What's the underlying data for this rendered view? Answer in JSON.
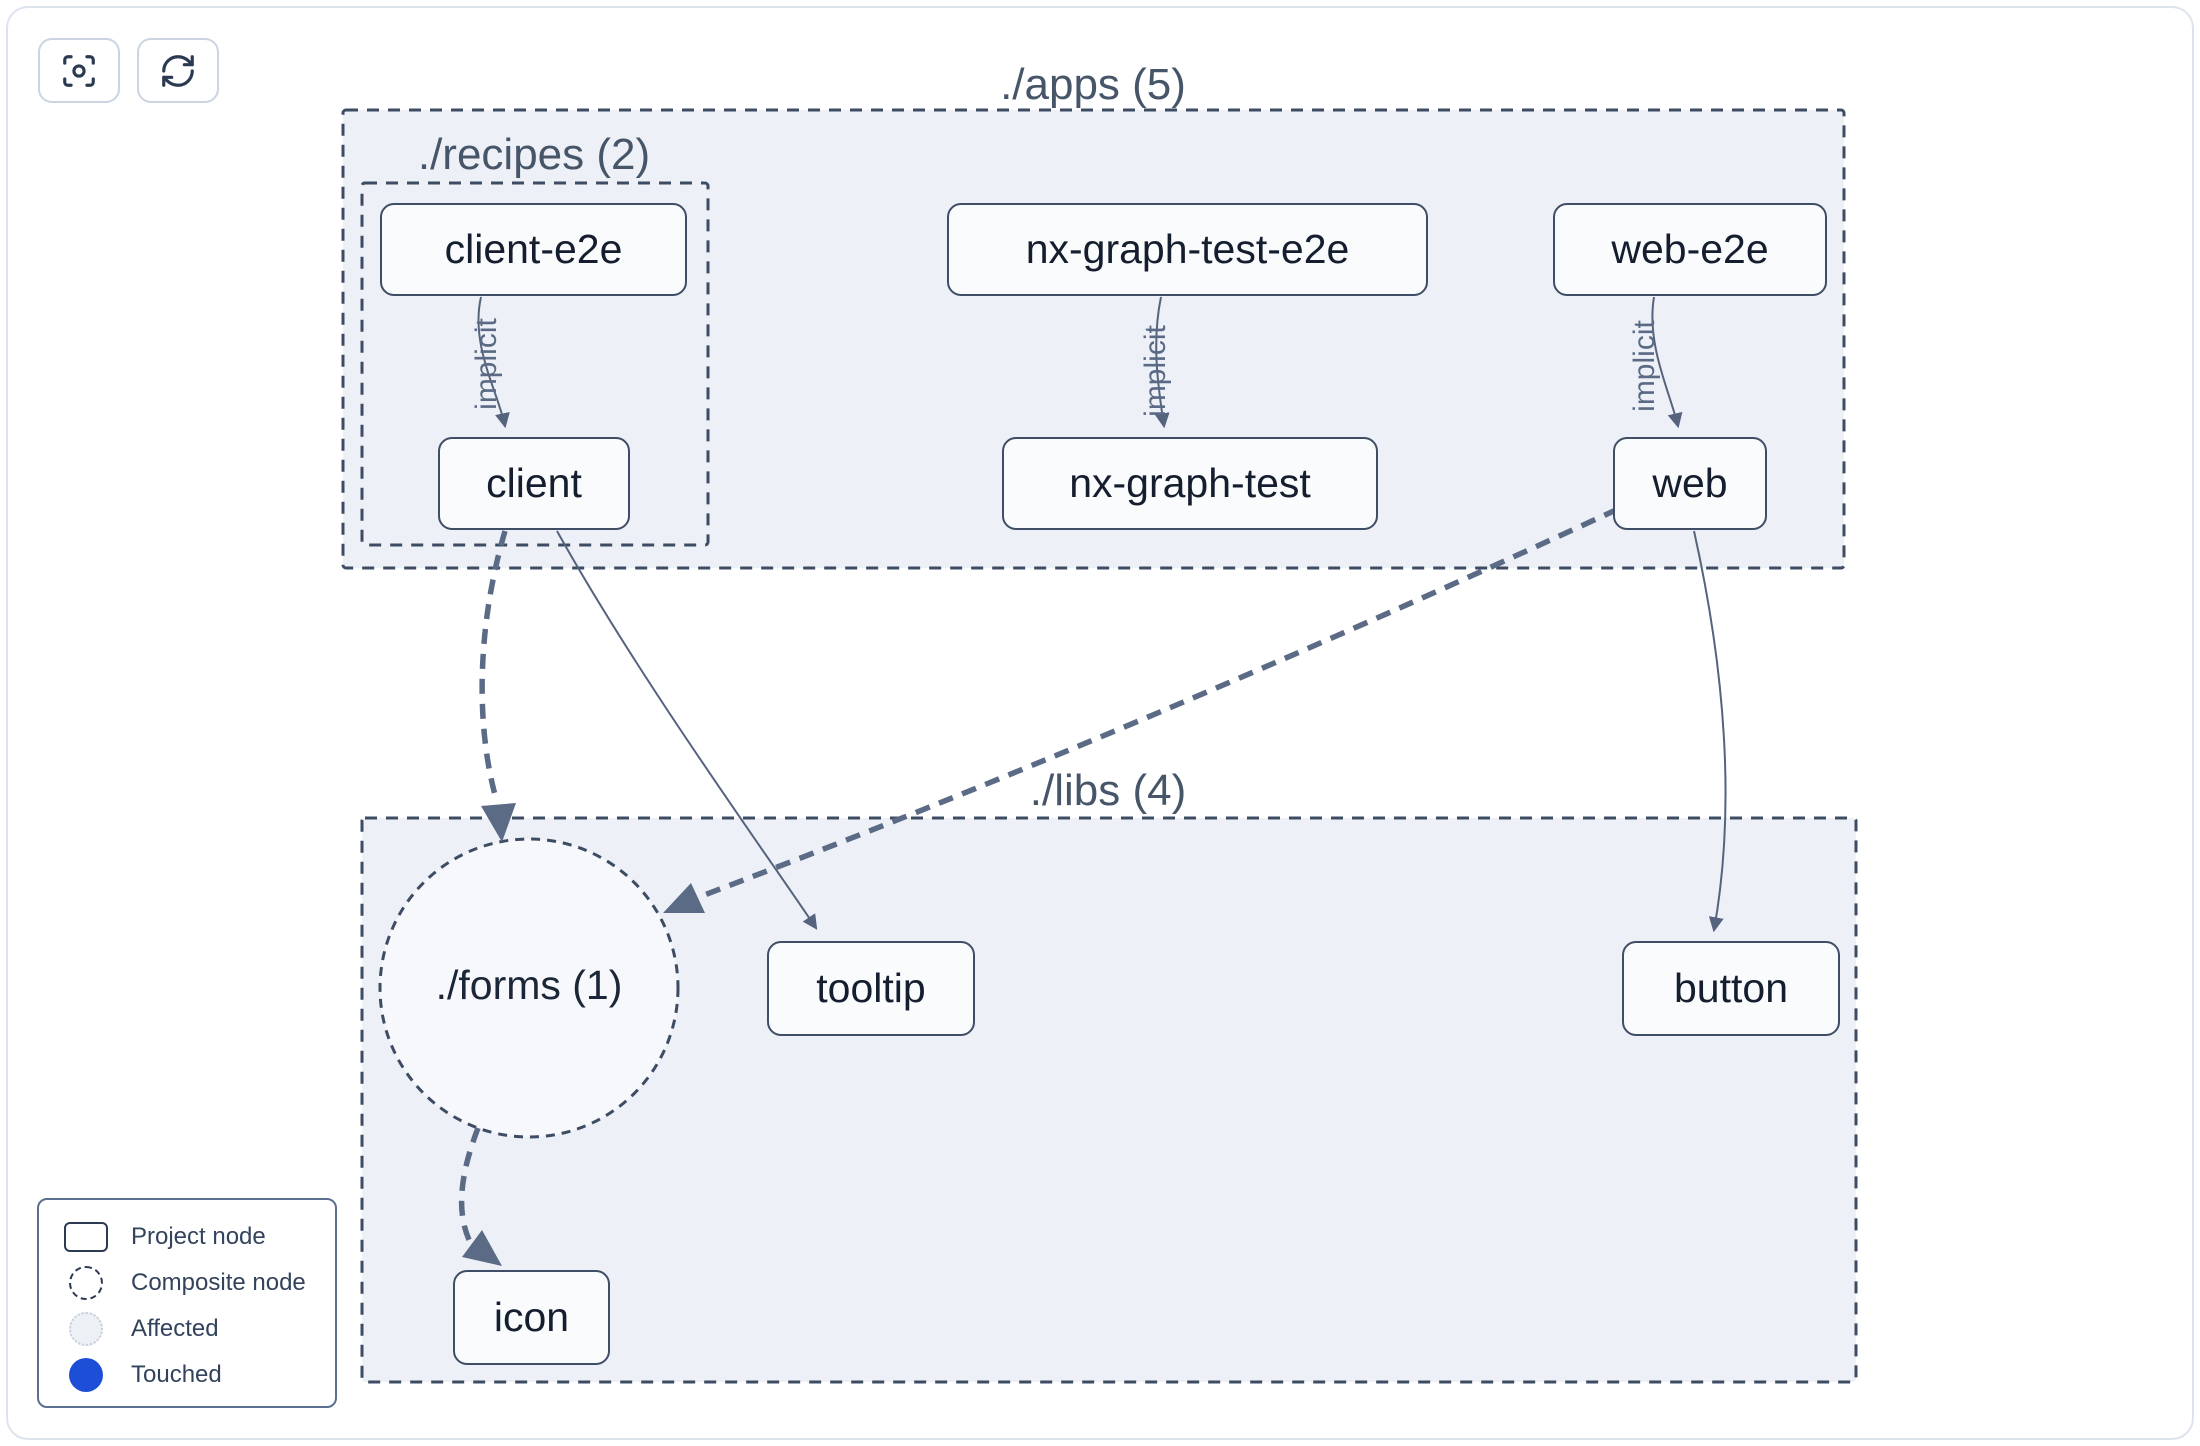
{
  "toolbar": {
    "buttons": [
      {
        "name": "focus-button",
        "icon": "focus-icon"
      },
      {
        "name": "refresh-button",
        "icon": "refresh-icon"
      }
    ]
  },
  "graph": {
    "groups": {
      "apps": {
        "label": "./apps (5)"
      },
      "recipes": {
        "label": "./recipes (2)"
      },
      "libs": {
        "label": "./libs (4)"
      }
    },
    "composite": {
      "forms": {
        "label": "./forms (1)"
      }
    },
    "nodes": {
      "client_e2e": {
        "label": "client-e2e"
      },
      "nx_graph_test_e2e": {
        "label": "nx-graph-test-e2e"
      },
      "web_e2e": {
        "label": "web-e2e"
      },
      "client": {
        "label": "client"
      },
      "nx_graph_test": {
        "label": "nx-graph-test"
      },
      "web": {
        "label": "web"
      },
      "tooltip": {
        "label": "tooltip"
      },
      "button": {
        "label": "button"
      },
      "icon": {
        "label": "icon"
      }
    },
    "edges": [
      {
        "source": "client-e2e",
        "target": "client",
        "label": "implicit",
        "style": "thin-solid"
      },
      {
        "source": "nx-graph-test-e2e",
        "target": "nx-graph-test",
        "label": "implicit",
        "style": "thin-solid"
      },
      {
        "source": "web-e2e",
        "target": "web",
        "label": "implicit",
        "style": "thin-solid"
      },
      {
        "source": "client",
        "target": "./forms (1)",
        "label": "",
        "style": "thick-dashed"
      },
      {
        "source": "client",
        "target": "tooltip",
        "label": "",
        "style": "thin-solid"
      },
      {
        "source": "web",
        "target": "./forms (1)",
        "label": "",
        "style": "thick-dashed"
      },
      {
        "source": "web",
        "target": "button",
        "label": "",
        "style": "thin-solid"
      },
      {
        "source": "./forms (1)",
        "target": "icon",
        "label": "",
        "style": "thick-dashed"
      }
    ]
  },
  "legend": {
    "items": [
      {
        "swatch": "project-node-swatch",
        "label": "Project node"
      },
      {
        "swatch": "composite-node-swatch",
        "label": "Composite node"
      },
      {
        "swatch": "affected-swatch",
        "label": "Affected"
      },
      {
        "swatch": "touched-swatch",
        "label": "Touched"
      }
    ]
  },
  "colors": {
    "touched_blue": "#1d4ed8",
    "affected_fill": "#edf0f5",
    "group_fill": "#edf1f7",
    "composite_fill": "#f6f8fb",
    "group_border": "#3d4c63",
    "node_border": "#3f4e66",
    "edge_thin": "#55637d",
    "edge_thick": "#5b6b86"
  }
}
